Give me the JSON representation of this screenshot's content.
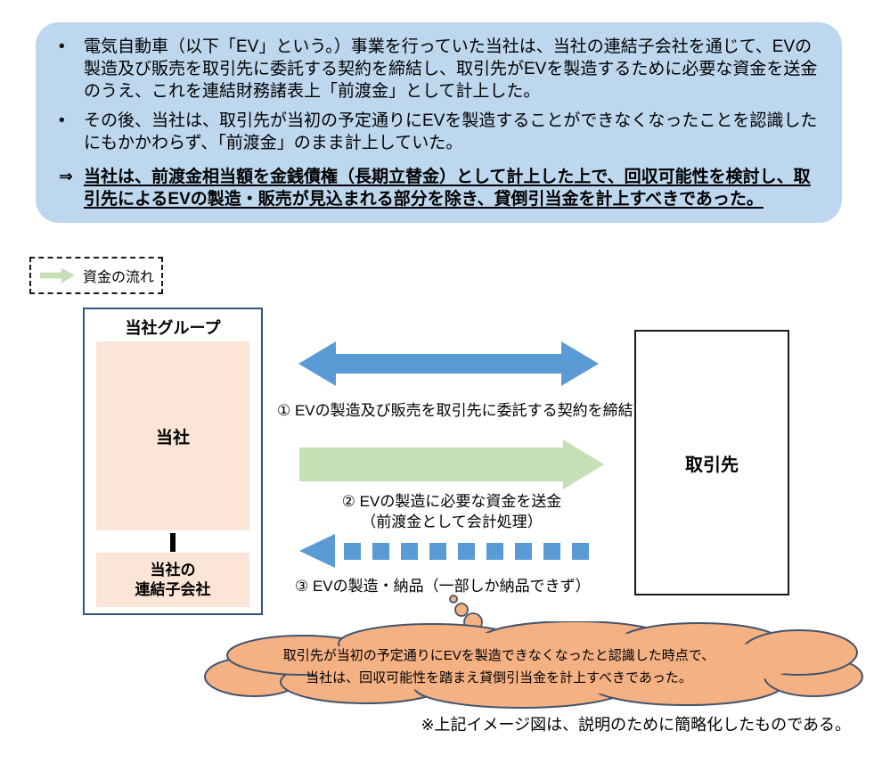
{
  "colors": {
    "summary_bg": "#BDD7EE",
    "flow_blue": "#5B9BD5",
    "flow_green": "#C5E0B4",
    "box_peach": "#FBE5D6",
    "cloud_fill": "#F4B183",
    "cloud_stroke": "#44546A",
    "group_border": "#2E5481"
  },
  "summary": {
    "bullet_marker": "•",
    "bullets": [
      "電気自動車（以下「EV」という。）事業を行っていた当社は、当社の連結子会社を通じて、EVの製造及び販売を取引先に委託する契約を締結し、取引先がEVを製造するために必要な資金を送金のうえ、これを連結財務諸表上「前渡金」として計上した。",
      "その後、当社は、取引先が当初の予定通りにEVを製造することができなくなったことを認識したにもかかわらず、「前渡金」のまま計上していた。"
    ],
    "conclusion_marker": "⇒",
    "conclusion": "当社は、前渡金相当額を金銭債権（長期立替金）として計上した上で、回収可能性を検討し、取引先によるEVの製造・販売が見込まれる部分を除き、貸倒引当金を計上すべきであった。"
  },
  "legend": {
    "label": "資金の流れ"
  },
  "diagram": {
    "group": {
      "title": "当社グループ",
      "company": "当社",
      "subsidiary_line1": "当社の",
      "subsidiary_line2": "連結子会社"
    },
    "partner": "取引先",
    "flows": [
      {
        "label": "① EVの製造及び販売を取引先に委託する契約を締結"
      },
      {
        "line1": "② EVの製造に必要な資金を送金",
        "line2": "（前渡金として会計処理）"
      },
      {
        "label": "③ EVの製造・納品（一部しか納品できず）"
      }
    ],
    "callout": {
      "line1": "取引先が当初の予定通りにEVを製造できなくなったと認識した時点で、",
      "line2": "当社は、回収可能性を踏まえ貸倒引当金を計上すべきであった。"
    },
    "footnote": "※上記イメージ図は、説明のために簡略化したものである。"
  }
}
